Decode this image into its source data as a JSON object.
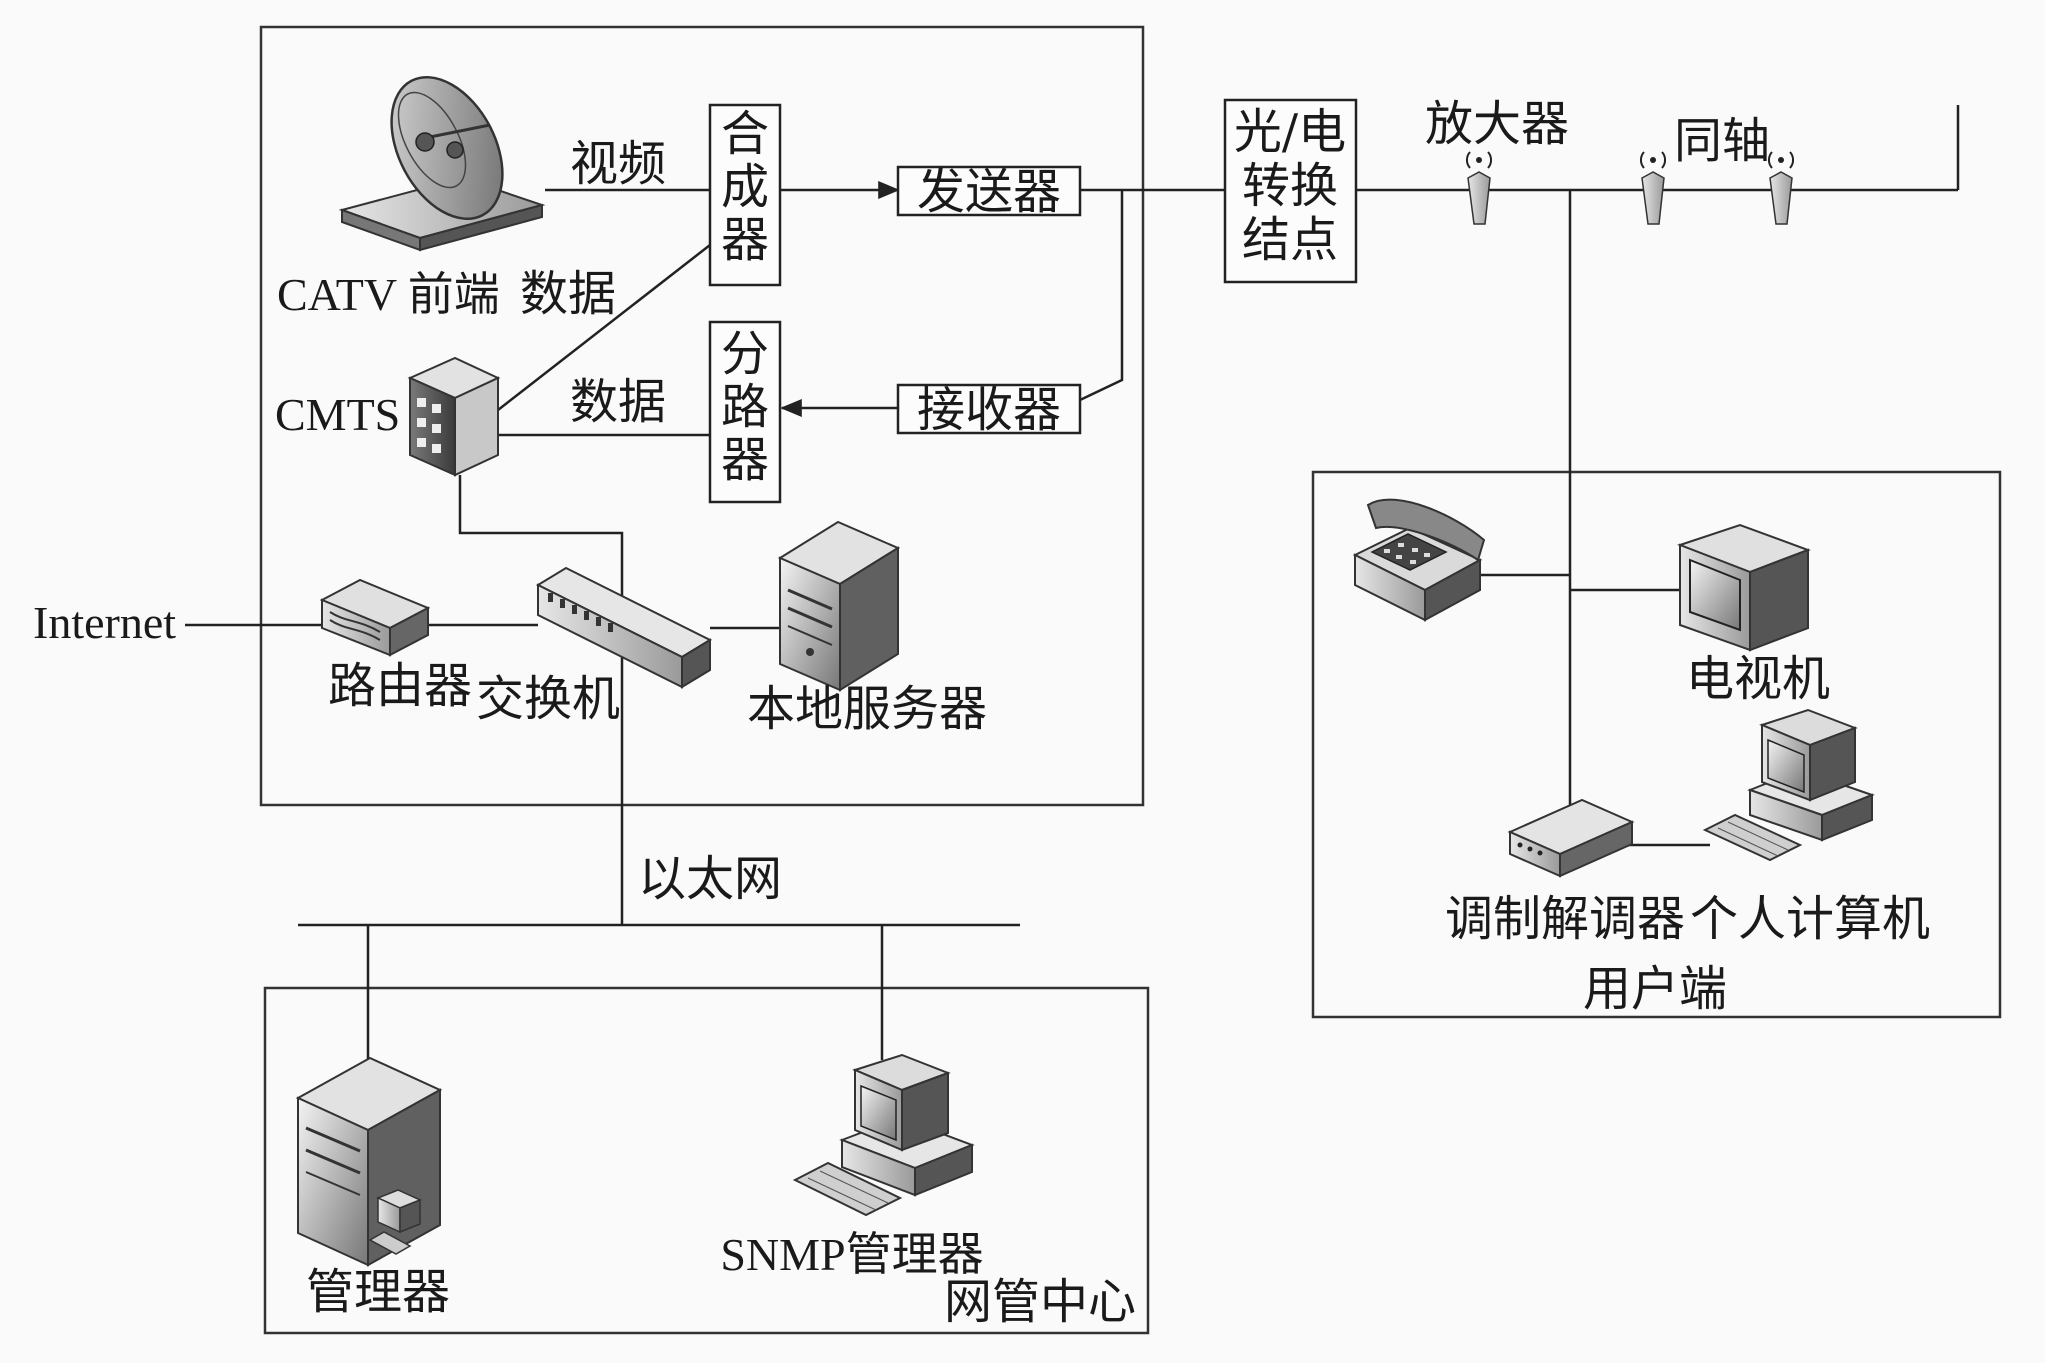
{
  "regions": {
    "headend_group": "",
    "user_side": "用户端",
    "nms_center": "网管中心"
  },
  "labels": {
    "catv_headend": "CATV 前端",
    "video": "视频",
    "data_upper": "数据",
    "data_lower": "数据",
    "cmts": "CMTS",
    "combiner": "合成器",
    "splitter": "分路器",
    "transmitter": "发送器",
    "receiver": "接收器",
    "oe_node": "光/电转换结点",
    "amplifier": "放大器",
    "coax": "同轴",
    "internet": "Internet",
    "router": "路由器",
    "switch": "交换机",
    "local_server": "本地服务器",
    "ethernet": "以太网",
    "manager": "管理器",
    "snmp_manager": "SNMP管理器",
    "tv": "电视机",
    "modem": "调制解调器",
    "pc": "个人计算机"
  },
  "multiline": {
    "combiner": [
      "合",
      "成",
      "器"
    ],
    "splitter": [
      "分",
      "路",
      "器"
    ],
    "oe_node": [
      "光/电",
      "转换",
      "结点"
    ]
  },
  "icons": {
    "satellite_dish": "satellite-dish-icon",
    "cmts_unit": "cmts-unit-icon",
    "router_device": "router-icon",
    "switch_device": "switch-icon",
    "server_tower": "server-tower-icon",
    "telephone": "telephone-icon",
    "television": "tv-icon",
    "modem_device": "modem-icon",
    "personal_computer": "pc-icon",
    "antenna": "antenna-icon"
  },
  "colors": {
    "line": "#222222",
    "device_light": "#e0e0e0",
    "device_mid": "#9a9a9a",
    "device_dark": "#444444",
    "background": "#fafafa"
  }
}
